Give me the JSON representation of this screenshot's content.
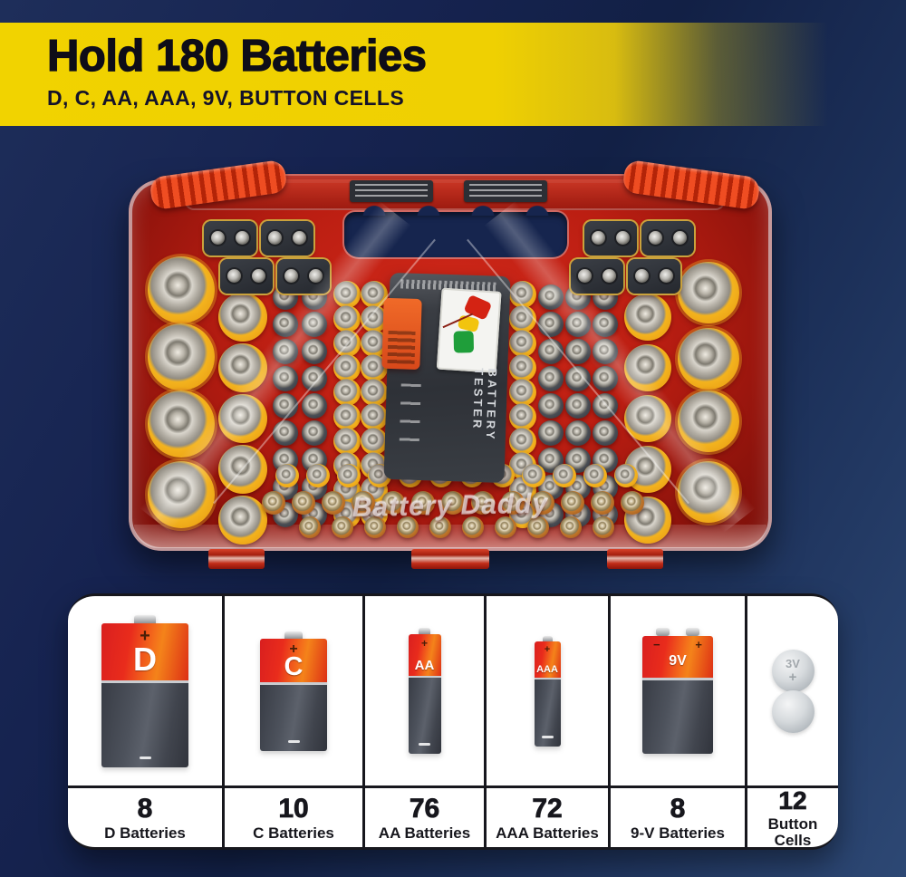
{
  "banner": {
    "title": "Hold 180 Batteries",
    "subtitle": "D, C, AA, AAA, 9V, BUTTON CELLS"
  },
  "product": {
    "brand": "Battery Daddy",
    "tester_label": "BATTERY TESTER"
  },
  "marks": {
    "plus": "+",
    "minus": "−"
  },
  "summary_table": {
    "columns": [
      {
        "id": "d",
        "letter": "D",
        "count": "8",
        "label": "D Batteries"
      },
      {
        "id": "c",
        "letter": "C",
        "count": "10",
        "label": "C Batteries"
      },
      {
        "id": "aa",
        "letter": "AA",
        "count": "76",
        "label": "AA Batteries"
      },
      {
        "id": "aaa",
        "letter": "AAA",
        "count": "72",
        "label": "AAA Batteries"
      },
      {
        "id": "9v",
        "letter": "9V",
        "count": "8",
        "label": "9-V Batteries"
      },
      {
        "id": "button",
        "letter": "3V",
        "count": "12",
        "label": "Button Cells"
      }
    ]
  },
  "colors": {
    "background_navy": "#16254e",
    "banner_yellow": "#f1d300",
    "case_red": "#b81d12",
    "battery_red": "#e92c1c",
    "battery_orange": "#f4701b",
    "battery_body_gray": "#434852",
    "cell_ring_yellow": "#eda312",
    "tester_gray": "#33373d",
    "slider_orange": "#e55a1d",
    "text_dark": "#17171d",
    "panel_white": "#ffffff"
  }
}
